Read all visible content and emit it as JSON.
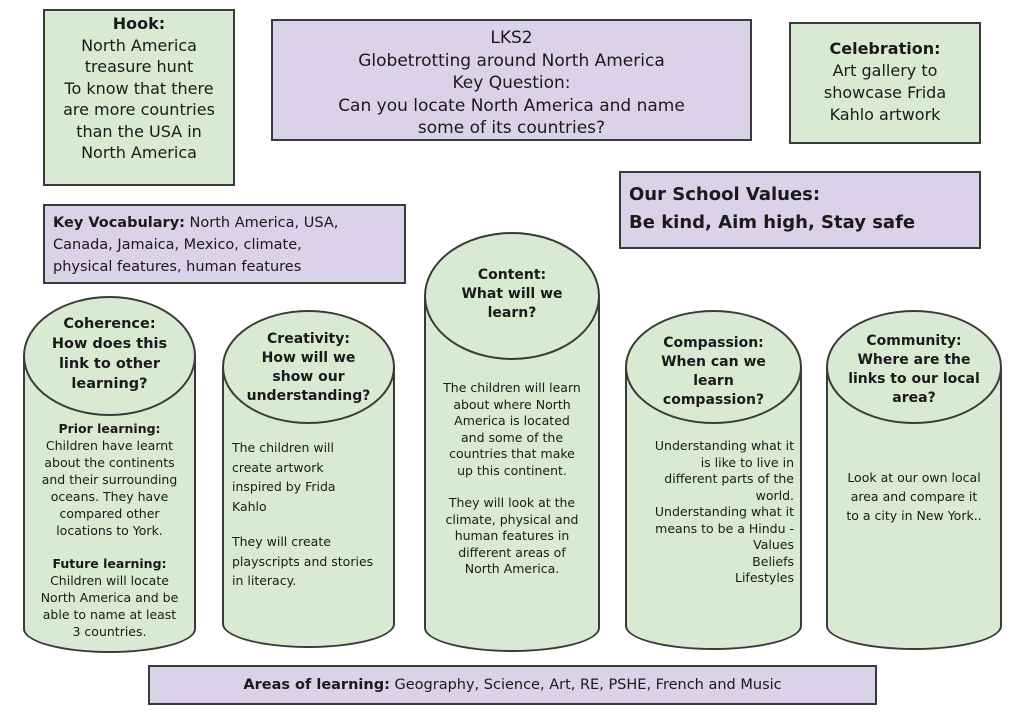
{
  "hook": {
    "title": "Hook:",
    "lines": [
      "North America",
      "treasure hunt",
      "To know that there",
      "are more countries",
      "than the USA in",
      "North America"
    ]
  },
  "lks2": {
    "lines": [
      "LKS2",
      "Globetrotting around North America",
      "Key Question:",
      "Can you locate North America and name",
      "some of its countries?"
    ]
  },
  "celebration": {
    "title": "Celebration:",
    "lines": [
      "Art gallery to",
      "showcase Frida",
      "Kahlo artwork"
    ]
  },
  "values": {
    "title": "Our School Values:",
    "text": "Be kind, Aim high, Stay safe"
  },
  "vocab": {
    "label": "Key Vocabulary:",
    "lines": [
      " North America, USA,",
      "Canada, Jamaica, Mexico, climate,",
      "physical features, human features"
    ]
  },
  "areas": {
    "label": "Areas of learning:",
    "text": " Geography, Science, Art, RE, PSHE, French and Music"
  },
  "cylinders": {
    "coherence": {
      "head": [
        "Coherence:",
        "How does this",
        "link to other",
        "learning?"
      ],
      "prior_label": "Prior learning:",
      "prior_lines": [
        "Children have learnt",
        "about the continents",
        "and their surrounding",
        "oceans. They have",
        "compared other",
        "locations to York."
      ],
      "future_label": "Future learning:",
      "future_lines": [
        "Children will locate",
        "North America and be",
        "able to name at least",
        "3 countries."
      ]
    },
    "creativity": {
      "head": [
        "Creativity:",
        "How will we",
        "show our",
        "understanding?"
      ],
      "lines": [
        "The children will",
        "create artwork",
        "inspired by Frida",
        "Kahlo"
      ],
      "lines2": [
        "They will create",
        "playscripts and stories",
        "in literacy."
      ]
    },
    "content": {
      "head": [
        "Content:",
        "What will we",
        "learn?"
      ],
      "lines": [
        "The children will learn",
        "about where North",
        "America is located",
        "and some of the",
        "countries that make",
        "up this continent."
      ],
      "lines2": [
        "They will  look at the",
        "climate, physical and",
        "human features in",
        "different areas of",
        "North America."
      ]
    },
    "compassion": {
      "head": [
        "Compassion:",
        "When can we",
        "learn",
        "compassion?"
      ],
      "lines": [
        "Understanding what it",
        "is like to live in",
        "different parts of the",
        "world.",
        "Understanding what it",
        "means to be a Hindu -",
        "Values",
        "Beliefs",
        "Lifestyles"
      ]
    },
    "community": {
      "head": [
        "Community:",
        "Where are the",
        "links to our local",
        "area?"
      ],
      "lines": [
        "Look at our own local",
        "area and compare it",
        "to a city in New York.."
      ]
    }
  }
}
